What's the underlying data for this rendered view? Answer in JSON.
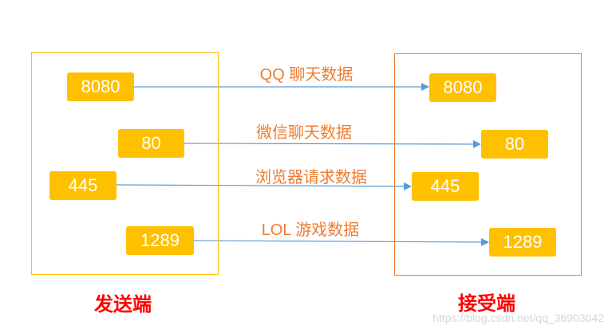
{
  "sender": {
    "title": "发送端",
    "ports": [
      "8080",
      "80",
      "445",
      "1289"
    ]
  },
  "receiver": {
    "title": "接受端",
    "ports": [
      "8080",
      "80",
      "445",
      "1289"
    ]
  },
  "flows": [
    "QQ 聊天数据",
    "微信聊天数据",
    "浏览器请求数据",
    "LOL 游戏数据"
  ],
  "colors": {
    "port_fill": "#FFC000",
    "sender_border": "#FFC000",
    "receiver_border": "#ED7D31",
    "flow_label": "#ED7D31",
    "arrow": "#5B9BD5",
    "side_title": "#FF0000"
  },
  "watermark": "https://blog.csdn.net/qq_36903042"
}
